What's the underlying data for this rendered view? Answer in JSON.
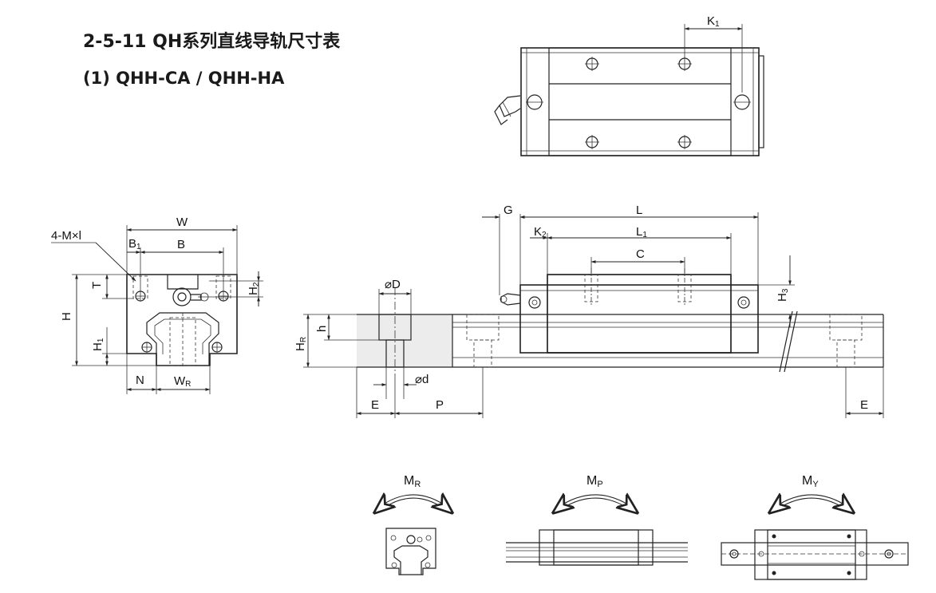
{
  "header": {
    "title": "2-5-11 QH系列直线导轨尺寸表",
    "subtitle": "(1) QHH-CA / QHH-HA"
  },
  "labels": {
    "K1": "K",
    "K1_sub": "1",
    "W": "W",
    "B": "B",
    "B1": "B",
    "B1_sub": "1",
    "tap": "4-M×l",
    "T": "T",
    "H": "H",
    "H1": "H",
    "H1_sub": "1",
    "H2": "H",
    "H2_sub": "2",
    "N": "N",
    "WR": "W",
    "WR_sub": "R",
    "G": "G",
    "L": "L",
    "K2": "K",
    "K2_sub": "2",
    "L1": "L",
    "L1_sub": "1",
    "C": "C",
    "H3": "H",
    "H3_sub": "3",
    "D": "⌀D",
    "h": "h",
    "HR": "H",
    "HR_sub": "R",
    "d": "⌀d",
    "E_left": "E",
    "P": "P",
    "E_right": "E",
    "MR": "M",
    "MR_sub": "R",
    "MP": "M",
    "MP_sub": "P",
    "MY": "M",
    "MY_sub": "Y"
  }
}
